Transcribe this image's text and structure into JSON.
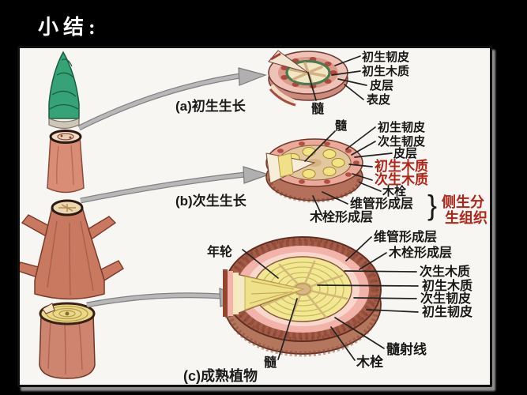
{
  "slide": {
    "title": "小结:"
  },
  "panel": {
    "sections": [
      {
        "id": "a",
        "caption": "(a)初生生长",
        "labels": {
          "pith": "髓",
          "primary_phloem": "初生韧皮",
          "primary_xylem": "初生木质",
          "cortex": "皮层",
          "epidermis": "表皮"
        }
      },
      {
        "id": "b",
        "caption": "(b)次生生长",
        "labels": {
          "pith": "髓",
          "primary_phloem": "初生韧皮",
          "secondary_phloem": "次生韧皮",
          "cortex": "皮层",
          "primary_xylem": "初生木质",
          "secondary_xylem": "次生木质",
          "cork": "木栓",
          "vascular_cambium": "维管形成层",
          "cork_cambium": "木栓形成层",
          "brace": "}",
          "lateral_meristem_line1": "侧生分",
          "lateral_meristem_line2": "生组织"
        }
      },
      {
        "id": "c",
        "caption": "(c)成熟植物",
        "labels": {
          "annual_rings": "年轮",
          "vascular_cambium": "维管形成层",
          "cork_cambium": "木栓形成层",
          "secondary_xylem": "次生木质",
          "primary_xylem": "初生木质",
          "secondary_phloem": "次生韧皮",
          "primary_phloem": "初生韧皮",
          "pith_ray": "髓射线",
          "cork": "木栓",
          "pith": "髓"
        }
      }
    ],
    "colors": {
      "highlight_red": "#b02418",
      "label_black": "#181818",
      "panel_bg": "#f8f6f2",
      "arrow_gray": "#b0b0b0"
    }
  }
}
